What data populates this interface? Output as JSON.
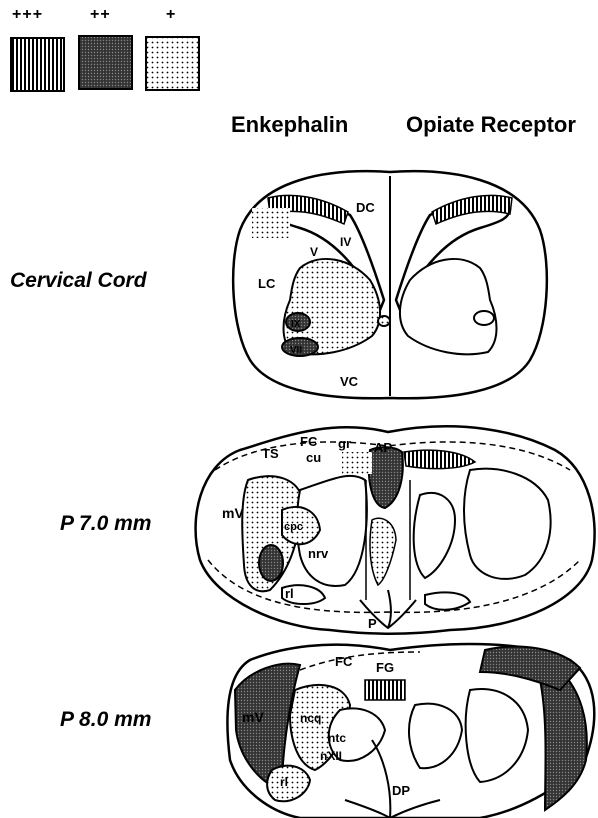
{
  "legend": [
    {
      "mark": "+++",
      "fill": "vertical-hatch"
    },
    {
      "mark": "++",
      "fill": "dense-stipple"
    },
    {
      "mark": "+",
      "fill": "light-stipple"
    }
  ],
  "columns": {
    "left": "Enkephalin",
    "right": "Opiate Receptor"
  },
  "rows": [
    {
      "label": "Cervical Cord"
    },
    {
      "label": "P 7.0 mm"
    },
    {
      "label": "P 8.0 mm"
    }
  ],
  "cervical_labels": {
    "dc": "DC",
    "iv": "IV",
    "v": "V",
    "lc": "LC",
    "ix": "IX",
    "vii": "VII",
    "vc": "VC"
  },
  "p7_labels": {
    "fc": "FC",
    "gr": "gr",
    "ts": "TS",
    "cu": "cu",
    "ap": "AP",
    "mv": "mV",
    "cpc": "cpc",
    "nrv": "nrv",
    "rl": "rl",
    "p": "P"
  },
  "p8_labels": {
    "fc": "FC",
    "fg": "FG",
    "mv": "mV",
    "ncq": "ncq",
    "ntc": "ntc",
    "nxii": "nXII",
    "rl": "rl",
    "dp": "DP"
  },
  "colors": {
    "ink": "#000000",
    "paper": "#ffffff"
  }
}
